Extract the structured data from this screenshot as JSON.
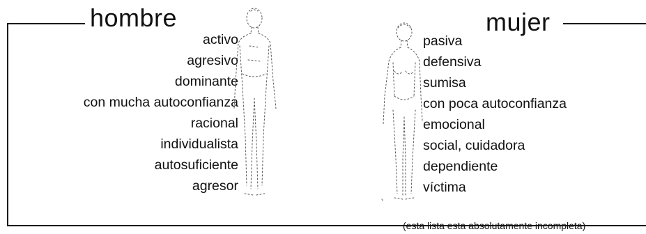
{
  "hombre": {
    "title": "hombre",
    "traits": [
      "activo",
      "agresivo",
      "dominante",
      "con mucha autoconfianza",
      "racional",
      "individualista",
      "autosuficiente",
      "agresor"
    ]
  },
  "mujer": {
    "title": "mujer",
    "traits": [
      "pasiva",
      "defensiva",
      "sumisa",
      "con poca autoconfianza",
      "emocional",
      "social, cuidadora",
      "dependiente",
      "víctima"
    ]
  },
  "note": "(esta lista esta absolutamente incompleta)"
}
